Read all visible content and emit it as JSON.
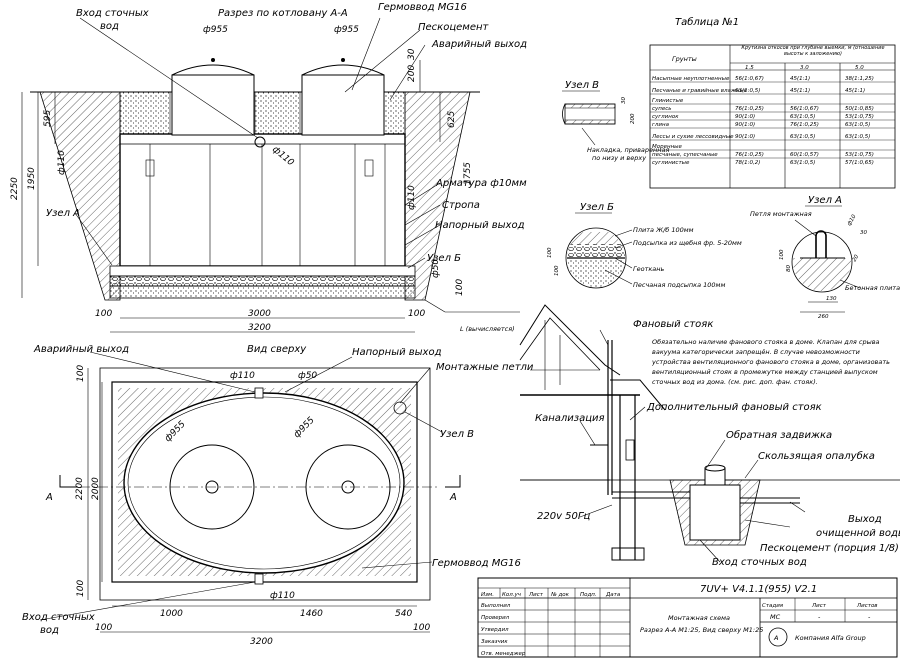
{
  "section": {
    "title": "Разрез по котловану А-А",
    "inlet_top": "Вход сточных",
    "inlet_bottom": "вод",
    "hermo": "Гермоввод MG16",
    "sand_cement": "Пескоцемент",
    "emergency_exit": "Аварийный выход",
    "armature": "Арматура ф10мм",
    "sling": "Стропа",
    "pressure_exit": "Напорный выход",
    "node_a": "Узел А",
    "node_b": "Узел Б",
    "dia955_left": "ф955",
    "dia955_right": "ф955",
    "dims": {
      "d200": "200",
      "d30": "30",
      "d595": "595",
      "d625": "625",
      "d2250": "2250",
      "d1950": "1950",
      "d1755": "1755",
      "d110a": "ф110",
      "d110b": "ф110",
      "d110c": "ф110",
      "d50": "ф50",
      "d100a": "100",
      "d100b": "100",
      "d100c": "100",
      "d100d": "100",
      "d3000": "3000",
      "d3200": "3200"
    },
    "l_label": "L (вычисляется)"
  },
  "table": {
    "title": "Таблица №1",
    "col_soil": "Грунты",
    "col_header": "Крутизна откосов при глубине выемки, м (отношение высоты к заложению)",
    "depths": [
      "1.5",
      "3.0",
      "5.0"
    ],
    "rows": [
      {
        "name": "Насыпные неуплотненные",
        "v": [
          "56(1:0,67)",
          "45(1:1)",
          "38(1:1,25)"
        ]
      },
      {
        "name": "Песчаные и гравийные влажные",
        "v": [
          "63(1:0,5)",
          "45(1:1)",
          "45(1:1)"
        ]
      },
      {
        "name": "Глинистые",
        "v": [
          "",
          "",
          ""
        ]
      },
      {
        "name": "супесь",
        "v": [
          "76(1:0,25)",
          "56(1:0,67)",
          "50(1:0,85)"
        ]
      },
      {
        "name": "суглинок",
        "v": [
          "90(1:0)",
          "63(1:0,5)",
          "53(1:0,75)"
        ]
      },
      {
        "name": "глина",
        "v": [
          "90(1:0)",
          "76(1:0,25)",
          "63(1:0,5)"
        ]
      },
      {
        "name": "Лессы и сухие лессовидные",
        "v": [
          "90(1:0)",
          "63(1:0,5)",
          "63(1:0,5)"
        ]
      },
      {
        "name": "Моренные",
        "v": [
          "",
          "",
          ""
        ]
      },
      {
        "name": "песчаные, супесчаные",
        "v": [
          "76(1:0,25)",
          "60(1:0,57)",
          "53(1:0,75)"
        ]
      },
      {
        "name": "суглинистые",
        "v": [
          "78(1:0,2)",
          "63(1:0,5)",
          "57(1:0,65)"
        ]
      }
    ]
  },
  "node_v": {
    "title": "Узел В",
    "note1": "Накладка, приваренная",
    "note2": "по низу и верху",
    "d30": "30",
    "d200": "200"
  },
  "node_b": {
    "title": "Узел Б",
    "slab": "Плита Ж/б 100мм",
    "gravel": "Подсыпка из щебня фр. 5-20мм",
    "geotextile": "Геоткань",
    "sand": "Песчаная подсыпка 100мм",
    "d100a": "100",
    "d100b": "100"
  },
  "node_a": {
    "title": "Узел А",
    "loop": "Петля монтажная",
    "slab": "Бетонная плита",
    "d30": "30",
    "d10": "ф10",
    "d100": "100",
    "d20": "20",
    "d130": "130",
    "d260": "260",
    "d80": "80"
  },
  "scheme": {
    "vent": "Фановый стояк",
    "note": "Обязательно наличие фанового стояка в доме. Клапан для срыва вакуума категорически запрещён. В случае невозможности устройства вентиляционного фанового стояка в доме, организовать вентиляционный стояк в промежутке между станцией выпуском сточных вод из дома. (см. рис. доп. фан. стояк).",
    "sewer": "Канализация",
    "extra_vent": "Дополнительный фановый стояк",
    "check_valve": "Обратная задвижка",
    "formwork": "Скользящая опалубка",
    "power": "220v 50Гц",
    "exit1": "Выход",
    "exit2": "очищенной воды",
    "sandcement": "Пескоцемент (порция 1/8)",
    "inlet": "Вход сточных вод"
  },
  "top_view": {
    "title": "Вид сверху",
    "emergency": "Аварийный выход",
    "pressure": "Напорный выход",
    "loops": "Монтажные петли",
    "node_v": "Узел В",
    "hermo": "Гермоввод MG16",
    "inlet_top": "Вход сточных",
    "inlet_bottom": "вод",
    "A_left": "А",
    "A_right": "А",
    "dims": {
      "d110top": "ф110",
      "d50": "ф50",
      "d955a": "ф955",
      "d955b": "ф955",
      "d100a": "100",
      "d100b": "100",
      "d2000": "2000",
      "d2200": "2200",
      "d110bot": "ф110",
      "d1000": "1000",
      "d1460": "1460",
      "d540": "540",
      "d100c": "100",
      "d100d": "100",
      "d3200": "3200"
    }
  },
  "stamp": {
    "code": "7UV+ V4.1.1(955) V2.1",
    "h_izm": "Изм.",
    "h_kol": "Кол.уч",
    "h_list": "Лист",
    "h_doc": "№ док",
    "h_sign": "Подп.",
    "h_date": "Дата",
    "roles": [
      "Выполнил",
      "Проверил",
      "Утвердил",
      "Заказчик",
      "Отв. менеджер"
    ],
    "desc1": "Монтажная схема",
    "desc2": "Разрез А-А М1:25, Вид сверху М1:25",
    "stage_h": "Стадия",
    "sheet_h": "Лист",
    "sheets_h": "Листов",
    "stage": "МС",
    "sheet": "-",
    "sheets": "-",
    "company": "Компания Alfa Group"
  }
}
